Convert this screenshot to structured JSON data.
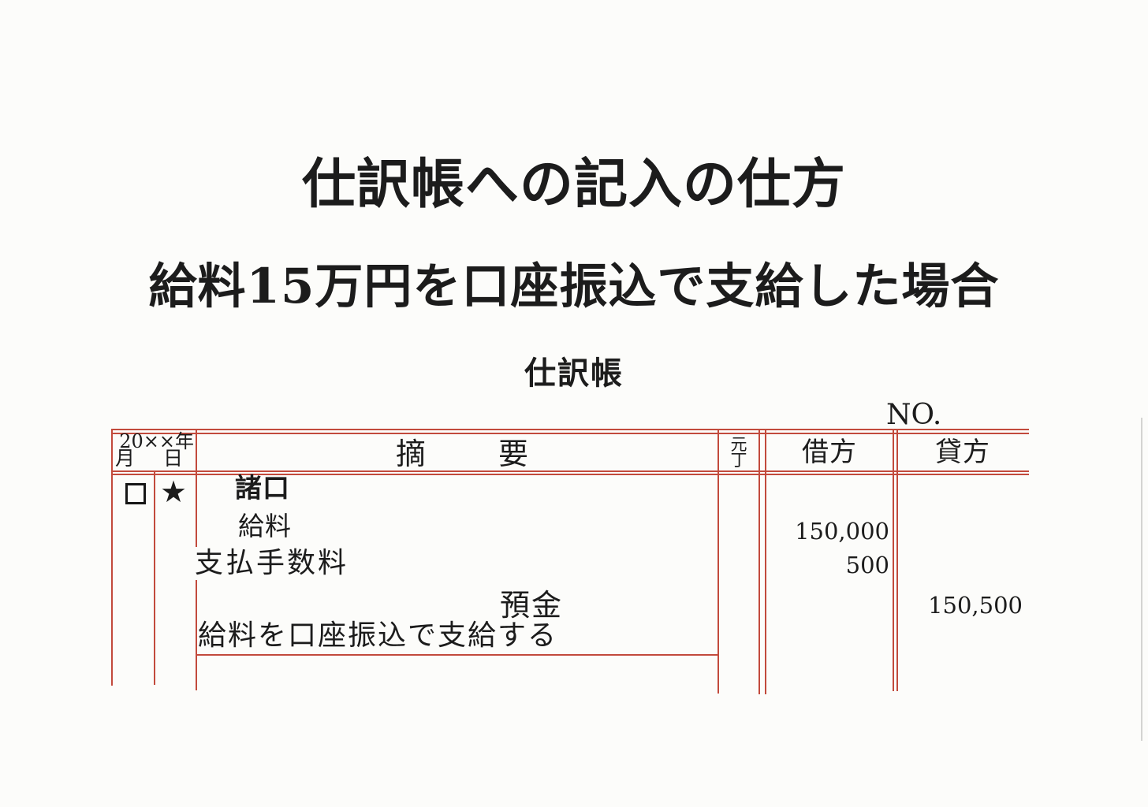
{
  "page": {
    "title": "仕訳帳への記入の仕方",
    "subtitle": "給料15万円を口座振込で支給した場合",
    "journal_name": "仕訳帳",
    "no_label": "NO."
  },
  "colors": {
    "rule_red": "#c24a3c",
    "ink": "#1c1c1c",
    "paper": "#fcfcfa"
  },
  "table": {
    "header": {
      "year": "20××年",
      "month": "月",
      "day": "日",
      "summary_char1": "摘",
      "summary_char2": "要",
      "ledger_char1": "元",
      "ledger_char2": "丁",
      "debit": "借方",
      "credit": "貸方"
    },
    "entry": {
      "month_mark": "□",
      "day_mark": "★",
      "lines": [
        {
          "summary": "諸口",
          "debit": "",
          "credit": ""
        },
        {
          "summary": "給料",
          "debit": "150,000",
          "credit": ""
        },
        {
          "summary": "支払手数料",
          "debit": "500",
          "credit": ""
        },
        {
          "summary": "預金",
          "debit": "",
          "credit": "150,500"
        },
        {
          "summary": "給料を口座振込で支給する",
          "debit": "",
          "credit": ""
        }
      ]
    }
  }
}
